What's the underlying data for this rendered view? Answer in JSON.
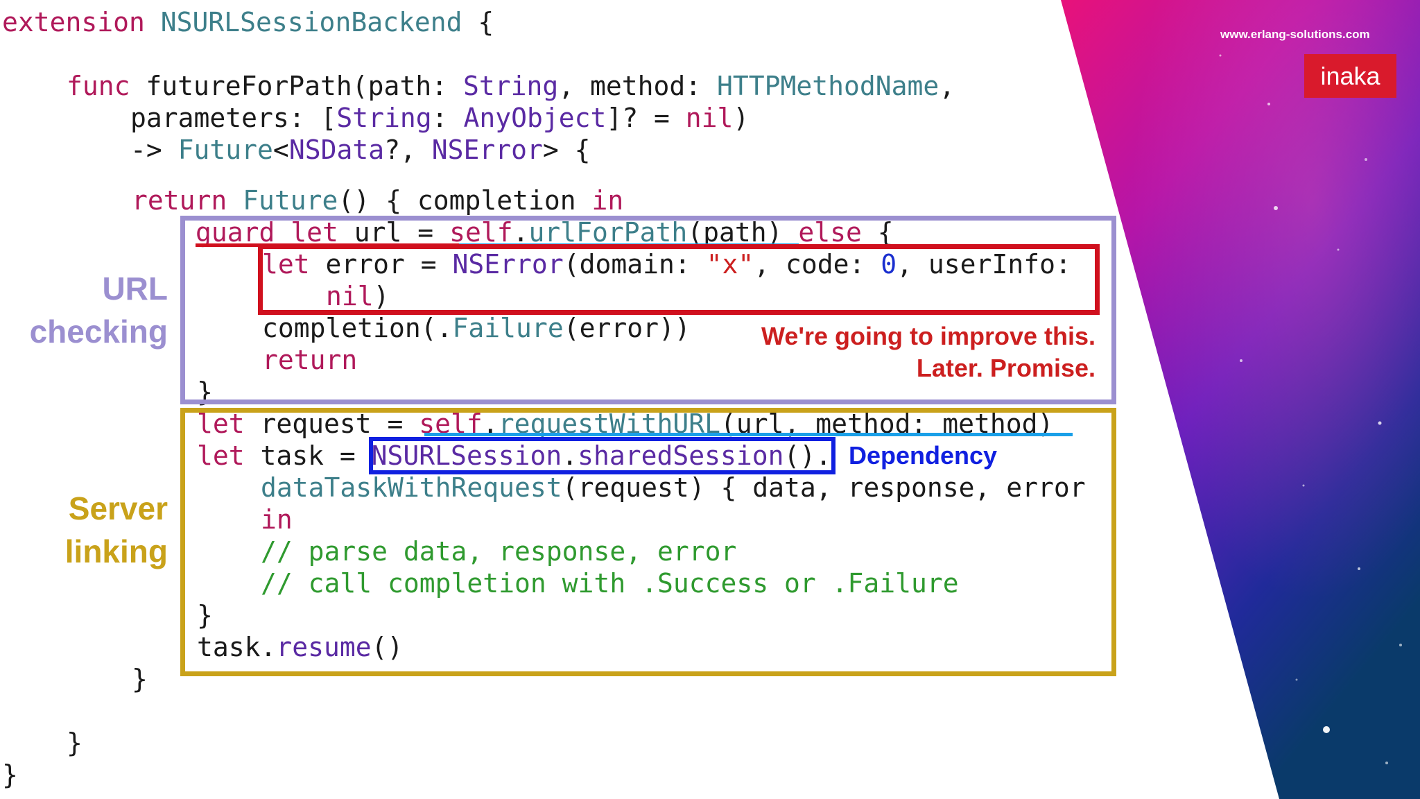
{
  "code": {
    "line_1": [
      {
        "t": "extension ",
        "c": "kw"
      },
      {
        "t": "NSURLSessionBackend",
        "c": "ty"
      },
      {
        "t": " {",
        "c": ""
      }
    ],
    "line_2": [
      {
        "t": "func ",
        "c": "kw"
      },
      {
        "t": "futureForPath(path: ",
        "c": ""
      },
      {
        "t": "String",
        "c": "pu"
      },
      {
        "t": ", method: ",
        "c": ""
      },
      {
        "t": "HTTPMethodName",
        "c": "ty"
      },
      {
        "t": ",",
        "c": ""
      }
    ],
    "line_3": [
      {
        "t": "parameters: [",
        "c": ""
      },
      {
        "t": "String",
        "c": "pu"
      },
      {
        "t": ": ",
        "c": ""
      },
      {
        "t": "AnyObject",
        "c": "pu"
      },
      {
        "t": "]? = ",
        "c": ""
      },
      {
        "t": "nil",
        "c": "kw"
      },
      {
        "t": ")",
        "c": ""
      }
    ],
    "line_4": [
      {
        "t": "-> ",
        "c": ""
      },
      {
        "t": "Future",
        "c": "ty"
      },
      {
        "t": "<",
        "c": ""
      },
      {
        "t": "NSData",
        "c": "pu"
      },
      {
        "t": "?, ",
        "c": ""
      },
      {
        "t": "NSError",
        "c": "pu"
      },
      {
        "t": "> {",
        "c": ""
      }
    ],
    "line_5": [
      {
        "t": "return ",
        "c": "kw"
      },
      {
        "t": "Future",
        "c": "ty"
      },
      {
        "t": "() { completion ",
        "c": ""
      },
      {
        "t": "in",
        "c": "kw"
      }
    ],
    "line_6": [
      {
        "t": "guard let ",
        "c": "kw"
      },
      {
        "t": "url = ",
        "c": ""
      },
      {
        "t": "self",
        "c": "kw"
      },
      {
        "t": ".",
        "c": ""
      },
      {
        "t": "urlForPath",
        "c": "ty"
      },
      {
        "t": "(path) ",
        "c": ""
      },
      {
        "t": "else",
        "c": "kw"
      },
      {
        "t": " {",
        "c": ""
      }
    ],
    "line_7": [
      {
        "t": "let ",
        "c": "kw"
      },
      {
        "t": "error = ",
        "c": ""
      },
      {
        "t": "NSError",
        "c": "pu"
      },
      {
        "t": "(domain: ",
        "c": ""
      },
      {
        "t": "\"x\"",
        "c": "st"
      },
      {
        "t": ", code: ",
        "c": ""
      },
      {
        "t": "0",
        "c": "nm"
      },
      {
        "t": ", userInfo:",
        "c": ""
      }
    ],
    "line_8": [
      {
        "t": "nil",
        "c": "kw"
      },
      {
        "t": ")",
        "c": ""
      }
    ],
    "line_9": [
      {
        "t": "completion(.",
        "c": ""
      },
      {
        "t": "Failure",
        "c": "ty"
      },
      {
        "t": "(error))",
        "c": ""
      }
    ],
    "line_10": [
      {
        "t": "return",
        "c": "kw"
      }
    ],
    "line_11": [
      {
        "t": "}",
        "c": ""
      }
    ],
    "line_12": [
      {
        "t": "let ",
        "c": "kw"
      },
      {
        "t": "request = ",
        "c": ""
      },
      {
        "t": "self",
        "c": "kw"
      },
      {
        "t": ".",
        "c": ""
      },
      {
        "t": "requestWithURL",
        "c": "ty"
      },
      {
        "t": "(url, method: method)",
        "c": ""
      }
    ],
    "line_13": [
      {
        "t": "let ",
        "c": "kw"
      },
      {
        "t": "task = ",
        "c": ""
      },
      {
        "t": "NSURLSession",
        "c": "pu"
      },
      {
        "t": ".",
        "c": ""
      },
      {
        "t": "sharedSession",
        "c": "pu"
      },
      {
        "t": "().",
        "c": ""
      }
    ],
    "line_14": [
      {
        "t": "dataTaskWithRequest",
        "c": "ty"
      },
      {
        "t": "(request) { data, response, error",
        "c": ""
      }
    ],
    "line_15": [
      {
        "t": "in",
        "c": "kw"
      }
    ],
    "line_16": [
      {
        "t": "// parse data, response, error",
        "c": "cm"
      }
    ],
    "line_17": [
      {
        "t": "// call completion with .Success or .Failure",
        "c": "cm"
      }
    ],
    "line_18": [
      {
        "t": "}",
        "c": ""
      }
    ],
    "line_19": [
      {
        "t": "task.",
        "c": ""
      },
      {
        "t": "resume",
        "c": "pu"
      },
      {
        "t": "()",
        "c": ""
      }
    ],
    "line_20": [
      {
        "t": "}",
        "c": ""
      }
    ],
    "line_21": [
      {
        "t": "}",
        "c": ""
      }
    ],
    "line_22": [
      {
        "t": "}",
        "c": ""
      }
    ]
  },
  "annotations": {
    "url_checking": "URL\nchecking",
    "server_linking": "Server\nlinking",
    "improve_note": "We're going to improve this.\nLater. Promise.",
    "dependency": "Dependency"
  },
  "branding": {
    "website": "www.erlang-solutions.com",
    "logo": "inaka"
  },
  "colors": {
    "url_box": "#9b8fd0",
    "server_box": "#c9a21a",
    "error_box": "#d0101e",
    "dependency_box": "#1020e0",
    "underline": "#1aa0e8",
    "background_gradient": [
      "#e0137a",
      "#8a1ab8",
      "#2a1a8a",
      "#0a2a5a"
    ]
  }
}
